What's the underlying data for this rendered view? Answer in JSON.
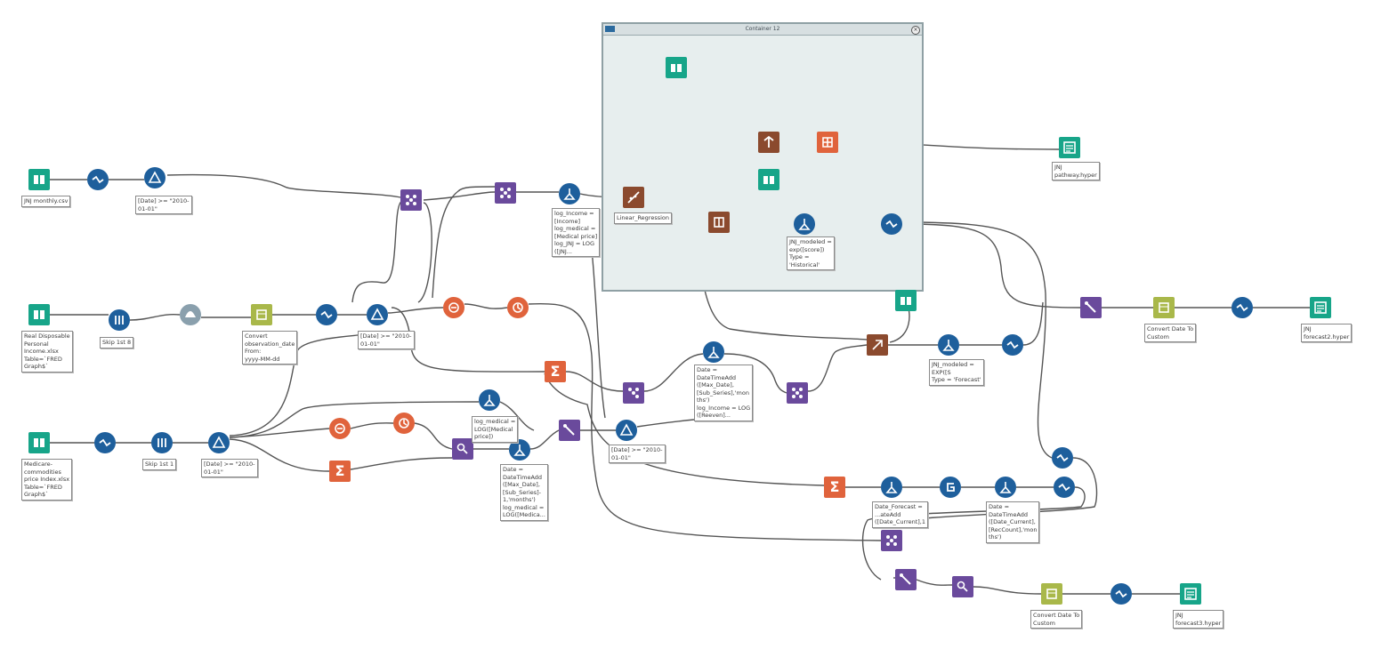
{
  "container": {
    "title": "Container 12"
  },
  "labels": {
    "jnj_monthly": "JNJ monthly.csv",
    "date_filter_top": "[Date] >= \"2010-\n01-01\"",
    "pdi_input": "Real Disposable\nPersonal\nIncome.xlsx\nTable=`FRED\nGraph$`",
    "skip_8": "Skip 1st 8",
    "convert_obs": "Convert\nobservation_date\nFrom:\nyyyy-MM-dd",
    "date_filter_mid": "[Date] >= \"2010-\n01-01\"",
    "med_input": "Medicare-\ncommodities\nprice Index.xlsx\nTable=`FRED\nGraph$`",
    "skip_1": "Skip 1st 1",
    "date_filter_low": "[Date] >= \"2010-\n01-01\"",
    "formula_logs": "log_Income =\n[Income]\nlog_medical =\n[Medical price]\nlog_JNJ = LOG\n([JNJ...",
    "linear_regression": "Linear_Regression",
    "jnj_modeled_hist": "JNJ_modeled =\nexp([score])\nType =\n'Historical'",
    "jnj_pathway": "JNJ\npathway.hyper",
    "log_medical": "log_medical =\nLOG([Medical\nprice])",
    "date_datetimeadd_1": "Date =\nDateTimeAdd\n([Max_Date],\n[Sub_Series],'mon\nths')\nlog_Income = LOG\n([Reeven]...",
    "date_datetimeadd_2": "Date =\nDateTimeAdd\n([Max_Date],\n[Sub_Series]-\n1,'months')\nlog_medical =\nLOG([Medica...",
    "date_filter_bottom": "[Date] >= \"2010-\n01-01\"",
    "jnj_modeled_fc": "JNJ_modeled =\nEXP([S\nType = 'Forecast'",
    "convert_date_custom_1": "Convert Date To\nCustom",
    "jnj_forecast_1": "JNJ\nforecast2.hyper",
    "date_forecast": "Date_Forecast =\n...ateAdd\n([Date_Current],1",
    "date_datetimeadd_3": "Date =\nDateTimeAdd\n([Date_Current],\n[RecCount],'mon\nths')",
    "convert_date_custom_2": "Convert Date To\nCustom",
    "jnj_forecast_2": "JNJ\nforecast3.hyper"
  }
}
